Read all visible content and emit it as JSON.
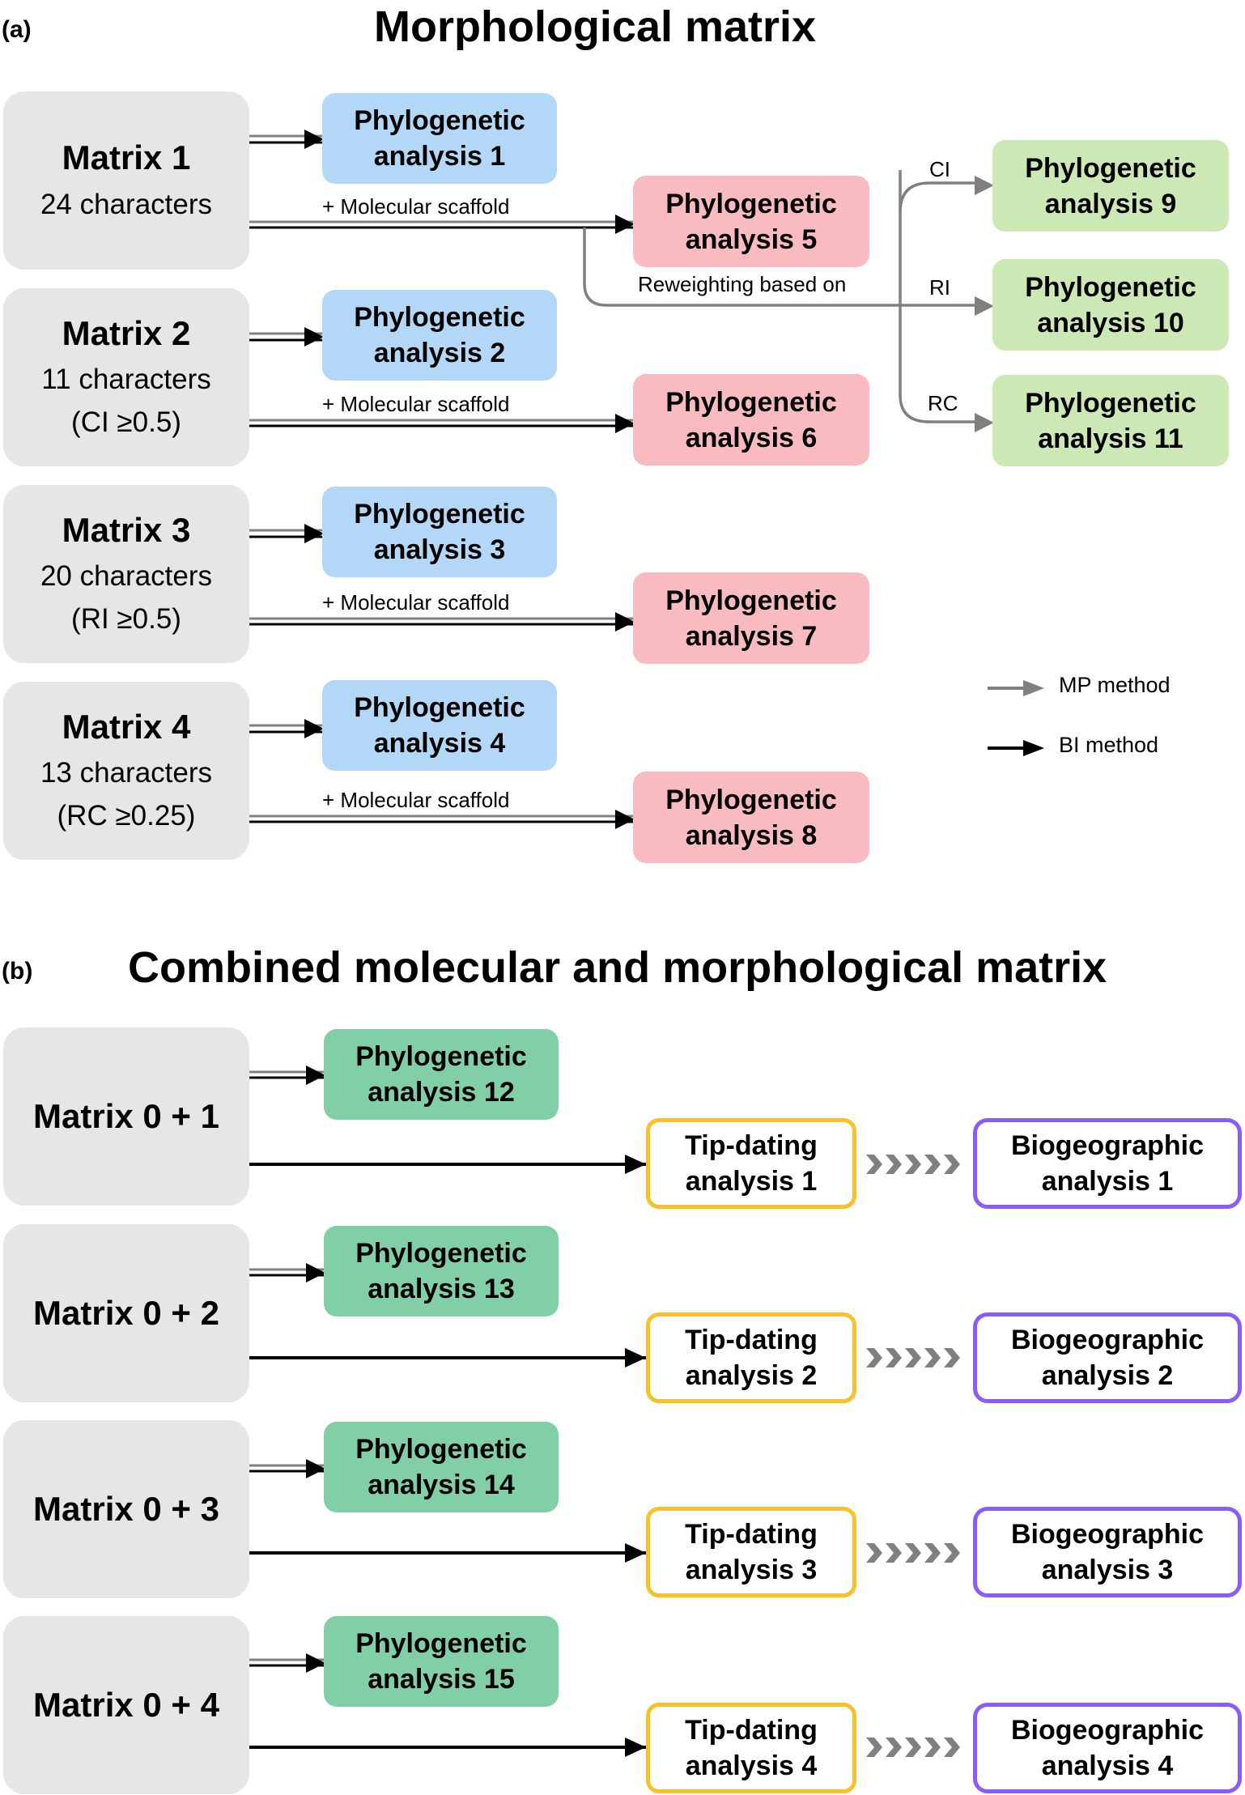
{
  "panel_a": {
    "label": "(a)",
    "title": "Morphological matrix",
    "matrices": [
      {
        "title": "Matrix 1",
        "characters": "24 characters",
        "filter": ""
      },
      {
        "title": "Matrix 2",
        "characters": "11 characters",
        "filter": "(CI ≥0.5)"
      },
      {
        "title": "Matrix 3",
        "characters": "20 characters",
        "filter": "(RI ≥0.5)"
      },
      {
        "title": "Matrix 4",
        "characters": "13 characters",
        "filter": "(RC ≥0.25)"
      }
    ],
    "blue_analyses": [
      {
        "line1": "Phylogenetic",
        "line2": "analysis 1"
      },
      {
        "line1": "Phylogenetic",
        "line2": "analysis 2"
      },
      {
        "line1": "Phylogenetic",
        "line2": "analysis 3"
      },
      {
        "line1": "Phylogenetic",
        "line2": "analysis 4"
      }
    ],
    "pink_analyses": [
      {
        "line1": "Phylogenetic",
        "line2": "analysis 5"
      },
      {
        "line1": "Phylogenetic",
        "line2": "analysis 6"
      },
      {
        "line1": "Phylogenetic",
        "line2": "analysis 7"
      },
      {
        "line1": "Phylogenetic",
        "line2": "analysis 8"
      }
    ],
    "green_analyses": [
      {
        "line1": "Phylogenetic",
        "line2": "analysis 9"
      },
      {
        "line1": "Phylogenetic",
        "line2": "analysis 10"
      },
      {
        "line1": "Phylogenetic",
        "line2": "analysis 11"
      }
    ],
    "scaffold_label": "+ Molecular scaffold",
    "reweighting_label": "Reweighting based on",
    "index_labels": [
      "CI",
      "RI",
      "RC"
    ],
    "legend": {
      "mp": "MP method",
      "bi": "BI method"
    }
  },
  "panel_b": {
    "label": "(b)",
    "title": "Combined molecular and morphological matrix",
    "matrices": [
      {
        "title": "Matrix 0 + 1"
      },
      {
        "title": "Matrix 0 + 2"
      },
      {
        "title": "Matrix 0 + 3"
      },
      {
        "title": "Matrix 0 + 4"
      }
    ],
    "green_analyses": [
      {
        "line1": "Phylogenetic",
        "line2": "analysis 12"
      },
      {
        "line1": "Phylogenetic",
        "line2": "analysis 13"
      },
      {
        "line1": "Phylogenetic",
        "line2": "analysis 14"
      },
      {
        "line1": "Phylogenetic",
        "line2": "analysis 15"
      }
    ],
    "tip_dating": [
      {
        "line1": "Tip-dating",
        "line2": "analysis 1"
      },
      {
        "line1": "Tip-dating",
        "line2": "analysis 2"
      },
      {
        "line1": "Tip-dating",
        "line2": "analysis 3"
      },
      {
        "line1": "Tip-dating",
        "line2": "analysis 4"
      }
    ],
    "biogeographic": [
      {
        "line1": "Biogeographic",
        "line2": "analysis 1"
      },
      {
        "line1": "Biogeographic",
        "line2": "analysis 2"
      },
      {
        "line1": "Biogeographic",
        "line2": "analysis 3"
      },
      {
        "line1": "Biogeographic",
        "line2": "analysis 4"
      }
    ]
  },
  "colors": {
    "matrix": "#e6e6e6",
    "morph_analysis": "#b3d7f6",
    "scaffold_analysis": "#f9bbbf",
    "reweighted_analysis": "#cce8b5",
    "combined_analysis": "#80cfa7",
    "tip_dating_border": "#f6c228",
    "biogeographic_border": "#8b5cf6",
    "mp_arrow": "#808080",
    "bi_arrow": "#000000"
  }
}
